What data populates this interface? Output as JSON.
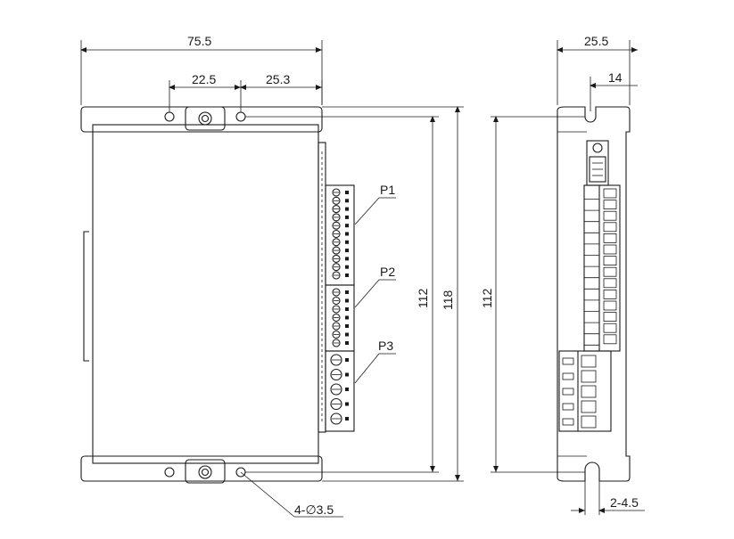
{
  "dimensions": {
    "front_width": "75.5",
    "hole_spacing_left": "22.5",
    "hole_spacing_right": "25.3",
    "height_inner": "112",
    "height_outer": "118",
    "side_width": "25.5",
    "side_slot_offset": "14",
    "side_height": "112",
    "slot_width": "2-4.5",
    "hole_spec": "4-∅3.5"
  },
  "connectors": {
    "p1": "P1",
    "p2": "P2",
    "p3": "P3"
  }
}
